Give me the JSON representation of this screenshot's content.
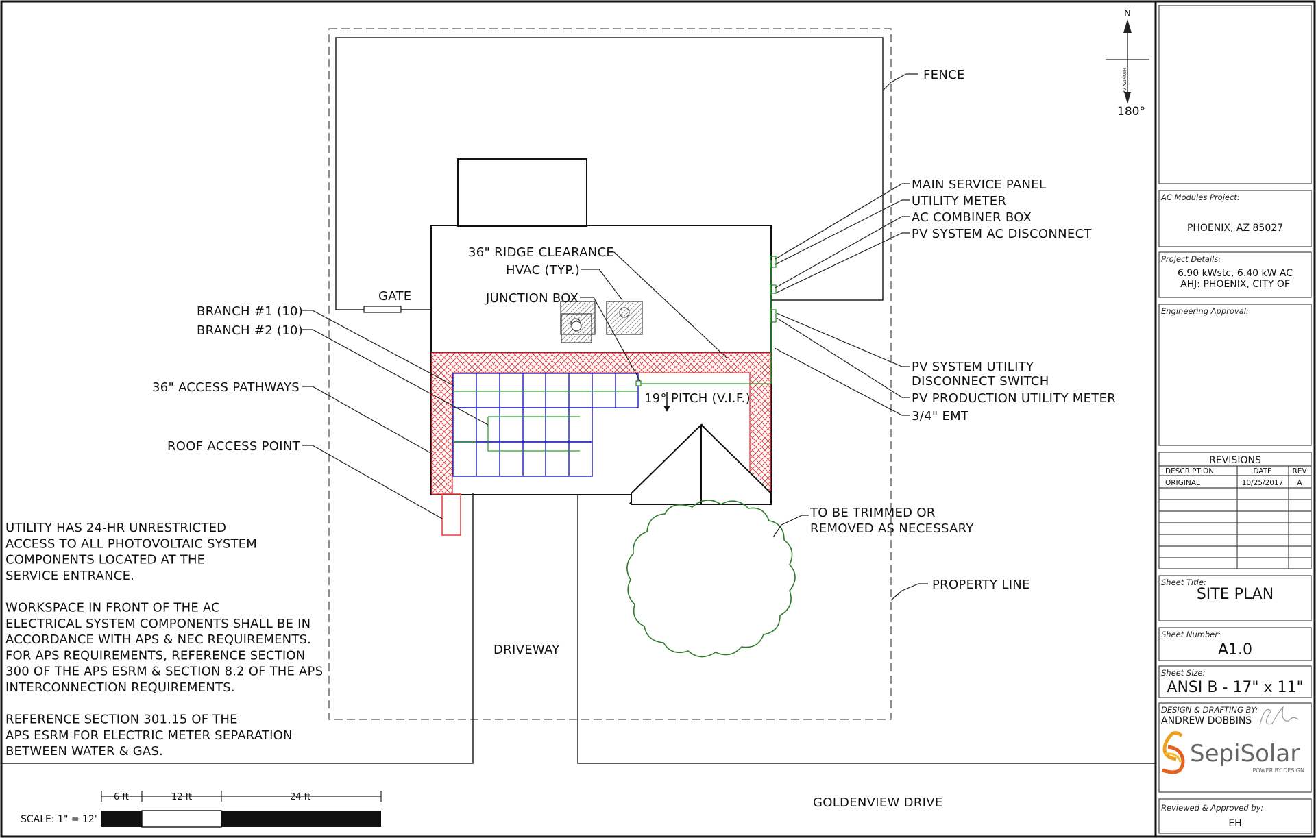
{
  "compass": {
    "north": "N",
    "azimuth_label": "PV AZIMUTH",
    "azimuth_value": "180°"
  },
  "labels": {
    "fence": "FENCE",
    "main_service_panel": "MAIN SERVICE PANEL",
    "utility_meter": "UTILITY METER",
    "ac_combiner_box": "AC COMBINER BOX",
    "pv_ac_disconnect": "PV SYSTEM AC DISCONNECT",
    "ridge_clearance": "36\" RIDGE CLEARANCE",
    "hvac": "HVAC (TYP.)",
    "junction_box": "JUNCTION BOX",
    "gate": "GATE",
    "branch1": "BRANCH #1 (10)",
    "branch2": "BRANCH #2 (10)",
    "access_pathways": "36\" ACCESS PATHWAYS",
    "roof_access": "ROOF ACCESS POINT",
    "pitch": "19° PITCH (V.I.F.)",
    "pv_utility_disconnect_1": "PV SYSTEM UTILITY",
    "pv_utility_disconnect_2": "DISCONNECT SWITCH",
    "pv_production_meter": "PV PRODUCTION UTILITY METER",
    "emt": "3/4\" EMT",
    "tree_1": "TO BE TRIMMED OR",
    "tree_2": "REMOVED AS NECESSARY",
    "property_line": "PROPERTY LINE",
    "driveway": "DRIVEWAY",
    "street": "GOLDENVIEW DRIVE"
  },
  "notes": {
    "lines": [
      "UTILITY HAS 24-HR UNRESTRICTED",
      "ACCESS TO ALL PHOTOVOLTAIC SYSTEM",
      "COMPONENTS LOCATED AT THE",
      "SERVICE ENTRANCE.",
      "",
      "WORKSPACE IN FRONT OF THE AC",
      "ELECTRICAL SYSTEM COMPONENTS SHALL BE IN",
      "ACCORDANCE WITH APS & NEC REQUIREMENTS.",
      "FOR APS REQUIREMENTS, REFERENCE SECTION",
      "300 OF THE APS ESRM & SECTION 8.2 OF THE APS",
      "INTERCONNECTION REQUIREMENTS.",
      "",
      "REFERENCE SECTION 301.15 OF THE",
      "APS ESRM FOR ELECTRIC METER SEPARATION",
      "BETWEEN WATER & GAS."
    ]
  },
  "scale_bar": {
    "seg1": "6 ft",
    "seg2": "12 ft",
    "seg3": "24 ft",
    "label": "SCALE: 1\" = 12'"
  },
  "title_block": {
    "project_label": "AC Modules Project:",
    "project_location": "PHOENIX, AZ 85027",
    "details_label": "Project Details:",
    "details_line1": "6.90 kWstc, 6.40 kW AC",
    "details_line2": "AHJ: PHOENIX, CITY OF",
    "engineering_label": "Engineering Approval:",
    "revisions_title": "REVISIONS",
    "rev_headers": [
      "DESCRIPTION",
      "DATE",
      "REV"
    ],
    "rev_rows": [
      [
        "ORIGINAL",
        "10/25/2017",
        "A"
      ]
    ],
    "sheet_title_label": "Sheet Title:",
    "sheet_title": "SITE PLAN",
    "sheet_number_label": "Sheet Number:",
    "sheet_number": "A1.0",
    "sheet_size_label": "Sheet Size:",
    "sheet_size": "ANSI B - 17\" x 11\"",
    "design_label": "DESIGN & DRAFTING BY:",
    "designer": "ANDREW DOBBINS",
    "logo_text": "SepiSolar",
    "logo_tagline": "POWER BY DESIGN",
    "reviewed_label": "Reviewed & Approved by:",
    "reviewer": "EH"
  },
  "colors": {
    "pathway": "#e83a3a",
    "module": "#1c1cc4",
    "wire": "#2aa02a",
    "tree": "#2e7d2e",
    "line": "#111111"
  }
}
